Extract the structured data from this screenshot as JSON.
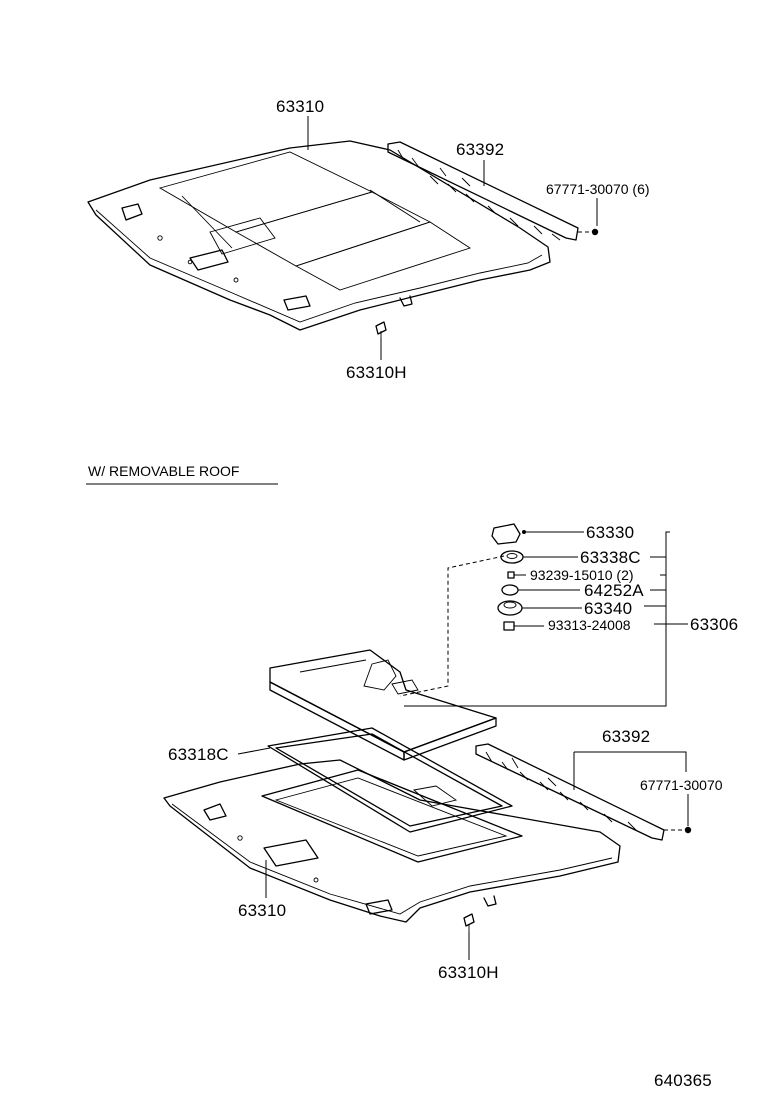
{
  "diagram": {
    "top": {
      "labels": {
        "headlining": "63310",
        "bracket": "63392",
        "clip": "67771-30070 (6)",
        "screw": "63310H"
      }
    },
    "section_heading": "W/ REMOVABLE ROOF",
    "bottom": {
      "labels": {
        "cap": "63330",
        "cover": "63338C",
        "screw_small": "93239-15010 (2)",
        "washer": "64252A",
        "knob": "63340",
        "bolt": "93313-24008",
        "assembly": "63306",
        "bracket": "63392",
        "clip": "67771-30070",
        "trim": "63318C",
        "headlining": "63310",
        "screw": "63310H"
      }
    },
    "figure_number": "640365"
  }
}
